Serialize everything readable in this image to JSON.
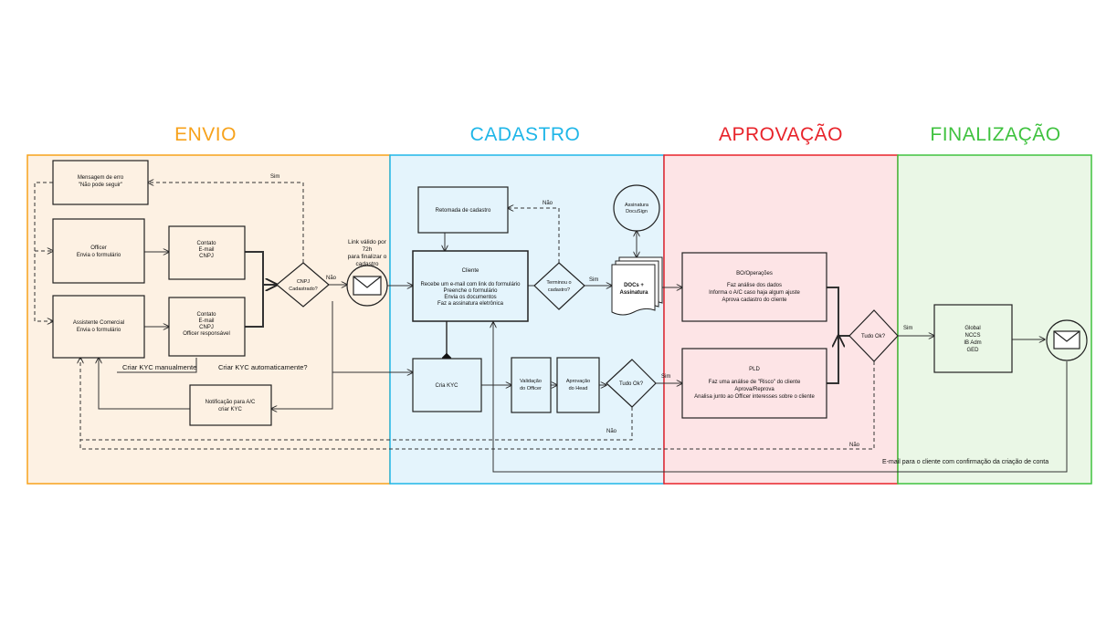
{
  "colors": {
    "envio": "#f7a21b",
    "envio_fill": "#fdf1e3",
    "cadastro": "#1fb6e8",
    "cadastro_fill": "#e4f4fc",
    "aprovacao": "#e8232a",
    "aprovacao_fill": "#fde4e6",
    "finalizacao": "#3fc23f",
    "finalizacao_fill": "#eaf7e6",
    "line": "#222222"
  },
  "phases": {
    "envio": "ENVIO",
    "cadastro": "CADASTRO",
    "aprovacao": "APROVAÇÃO",
    "finalizacao": "FINALIZAÇÃO"
  },
  "nodes": {
    "mensagem_erro": {
      "line1": "Mensagem de erro",
      "line2": "\"Não pode seguir\""
    },
    "officer": {
      "line1": "Officer",
      "line2": "Envia o formulário"
    },
    "contato_officer": {
      "line1": "Contato",
      "line2": "E-mail",
      "line3": "CNPJ"
    },
    "assistente": {
      "line1": "Assistente Comercial",
      "line2": "Envia o formulário"
    },
    "contato_assistente": {
      "line1": "Contato",
      "line2": "E-mail",
      "line3": "CNPJ",
      "line4": "Officer responsável"
    },
    "cnpj_decision": {
      "line1": "CNPJ",
      "line2": "Cadastrado?"
    },
    "notificacao": {
      "line1": "Notificação para A/C",
      "line2": "criar KYC"
    },
    "link_label": {
      "line1": "Link válido por",
      "line2": "72h",
      "line3": "para finalizar o",
      "line4": "cadastro"
    },
    "retomada": {
      "line1": "Retomada de cadastro"
    },
    "cliente": {
      "line1": "Cliente",
      "line2": "Recebe um e-mail com link do formulário",
      "line3": "Preenche o formulário",
      "line4": "Envia os documentos",
      "line5": "Faz a assinatura eletrônica"
    },
    "terminou_decision": {
      "line1": "Terminou o",
      "line2": "cadastro?"
    },
    "docusign": {
      "line1": "Assinatura",
      "line2": "DocuSign"
    },
    "docs": {
      "line1": "DOCs +",
      "line2": "Assinatura"
    },
    "cria_kyc": {
      "line1": "Cria KYC"
    },
    "validacao": {
      "line1": "Validação",
      "line2": "do Officer"
    },
    "aprovacao_head": {
      "line1": "Aprovação",
      "line2": "do Head"
    },
    "tudo_ok1": {
      "line1": "Tudo Ok?"
    },
    "bo": {
      "line1": "BO/Operações",
      "line2": "Faz análise dos dados",
      "line3": "Informa o A/C caso haja algum ajuste",
      "line4": "Aprova cadastro do cliente"
    },
    "pld": {
      "line1": "PLD",
      "line2": "Faz uma análise de \"Risco\" do cliente",
      "line3": "Aprova/Reprova",
      "line4": "Analisa junto ao Officer interesses sobre o cliente"
    },
    "tudo_ok2": {
      "line1": "Tudo Ok?"
    },
    "global": {
      "line1": "Global",
      "line2": "NCCS",
      "line3": "IB Adm",
      "line4": "GED"
    }
  },
  "edge_labels": {
    "sim_top": "Sim",
    "nao_cnpj": "Não",
    "criar_manual": "Criar KYC manualmente",
    "criar_auto": "Criar KYC automaticamente?",
    "nao_terminou": "Não",
    "sim_terminou": "Sim",
    "sim_tudo1": "Sim",
    "nao_tudo1": "Não",
    "sim_tudo2": "Sim",
    "nao_tudo2": "Não",
    "email_final": "E-mail para o cliente com confirmação da criação de conta"
  },
  "icons": {
    "email": "envelope-icon"
  }
}
